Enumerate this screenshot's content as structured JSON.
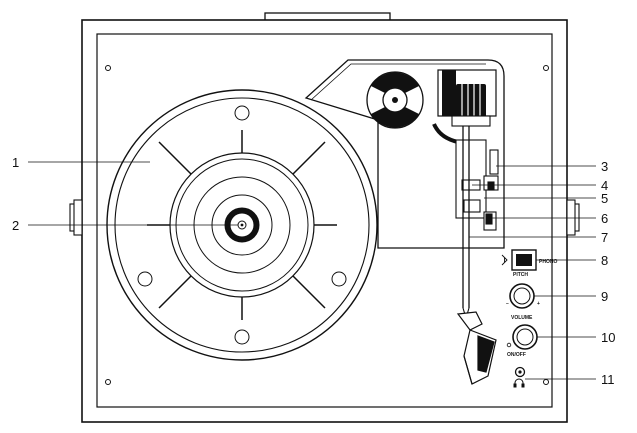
{
  "callouts": [
    {
      "label": "1"
    },
    {
      "label": "2"
    },
    {
      "label": "3"
    },
    {
      "label": "4"
    },
    {
      "label": "5"
    },
    {
      "label": "6"
    },
    {
      "label": "7"
    },
    {
      "label": "8"
    },
    {
      "label": "9"
    },
    {
      "label": "10"
    },
    {
      "label": "11"
    }
  ],
  "panel_text": {
    "source_switch": "PHONO",
    "pitch": "PITCH",
    "pitch_minus": "−",
    "pitch_plus": "+",
    "volume": "VOLUME",
    "onoff": "ON/OFF"
  },
  "icons": {
    "bluetooth": "bluetooth-icon",
    "headphone": "headphone-icon"
  },
  "colors": {
    "line": "#111111",
    "background": "#ffffff"
  }
}
